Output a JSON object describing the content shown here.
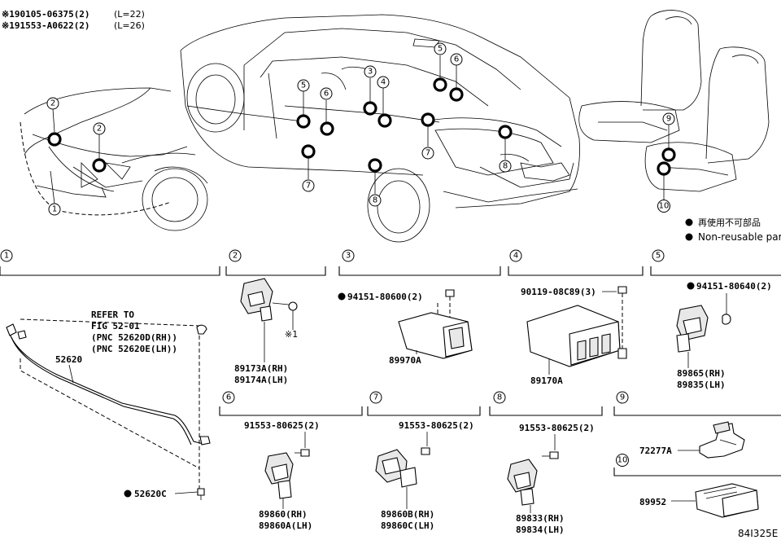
{
  "header_notes": [
    "※190105-06375(2)",
    "(L=22)",
    "※191553-A0622(2)",
    "(L=26)"
  ],
  "legend": {
    "text_jp": "再使用不可部品",
    "text_en": "Non-reusable part"
  },
  "diagram_id": "84I325E",
  "section_numbers": [
    "1",
    "2",
    "3",
    "4",
    "5",
    "6",
    "7",
    "8",
    "9",
    "10"
  ],
  "refer": [
    "REFER TO",
    "FIG 52-01",
    "(PNC 52620D(RH))",
    "(PNC 52620E(LH))"
  ],
  "parts": {
    "p52620": "52620",
    "p52620c": "52620C",
    "p89173a": "89173A(RH)",
    "p89174a": "89174A(LH)",
    "mark1": "※1",
    "bolt3": "94151-80600(2)",
    "p89970a": "89970A",
    "bolt4": "90119-08C89(3)",
    "p89170a": "89170A",
    "bolt5": "94151-80640(2)",
    "p89865": "89865(RH)",
    "p89835": "89835(LH)",
    "bolt6": "91553-80625(2)",
    "p89860": "89860(RH)",
    "p89860a": "89860A(LH)",
    "bolt7": "91553-80625(2)",
    "p89860b": "89860B(RH)",
    "p89860c": "89860C(LH)",
    "bolt8": "91553-80625(2)",
    "p89833": "89833(RH)",
    "p89834": "89834(LH)",
    "p72277a": "72277A",
    "p89952": "89952"
  }
}
